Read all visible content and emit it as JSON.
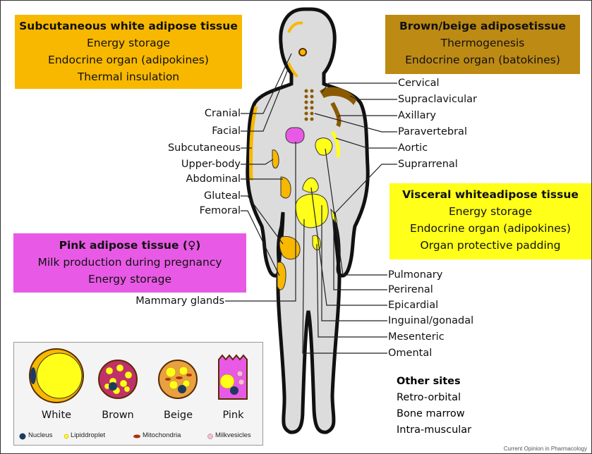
{
  "boxes": {
    "subcutaneous": {
      "title": "Subcutaneous white adipose tissue",
      "lines": [
        "Energy storage",
        "Endocrine organ (adipokines)",
        "Thermal insulation"
      ]
    },
    "brown": {
      "title": "Brown/beige adiposetissue",
      "lines": [
        "Thermogenesis",
        "Endocrine organ (batokines)"
      ]
    },
    "visceral": {
      "title": "Visceral whiteadipose  tissue",
      "lines": [
        "Energy storage",
        "Endocrine organ (adipokines)",
        "Organ protective padding"
      ]
    },
    "pink": {
      "title": "Pink adipose tissue (♀)",
      "lines": [
        "Milk production during pregnancy",
        "Energy storage"
      ]
    }
  },
  "left_labels": [
    "Cranial",
    "Facial",
    "Subcutaneous",
    "Upper-body",
    "Abdominal",
    "Gluteal",
    "Femoral",
    "Mammary glands"
  ],
  "right_labels_top": [
    "Cervical",
    "Supraclavicular",
    "Axillary",
    "Paravertebral",
    "Aortic",
    "Suprarrenal"
  ],
  "right_labels_bottom": [
    "Pulmonary",
    "Perirenal",
    "Epicardial",
    "Inguinal/gonadal",
    "Mesenteric",
    "Omental"
  ],
  "other_sites": {
    "title": "Other sites",
    "items": [
      "Retro-orbital",
      "Bone marrow",
      "Intra-muscular"
    ]
  },
  "cells": [
    "White",
    "Brown",
    "Beige",
    "Pink"
  ],
  "legend_keys": [
    "Nucleus",
    "Lipiddroplet",
    "Mitochondria",
    "Milkvesicles"
  ],
  "credit": "Current Opinion in Pharmacology",
  "colors": {
    "white_fat": "#f8b800",
    "brown_fat": "#8b5a00",
    "visceral": "#ffff1a",
    "pink": "#e85ae6",
    "body": "#dcdcdc"
  }
}
